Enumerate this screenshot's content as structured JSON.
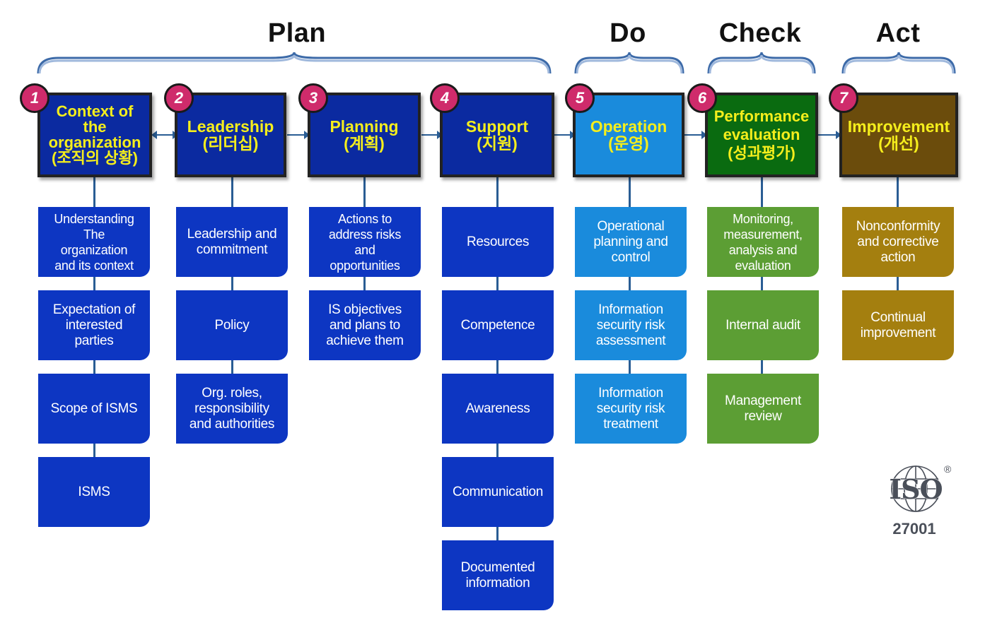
{
  "phases": {
    "plan": "Plan",
    "do": "Do",
    "check": "Check",
    "act": "Act"
  },
  "clauses": [
    {
      "number": "1",
      "title_lines": [
        "Context of",
        "the",
        "organization",
        "(조직의 상황)"
      ],
      "color": "#0b2aa0",
      "items": [
        [
          "Understanding",
          "The",
          "organization",
          "and its context"
        ],
        [
          "Expectation of",
          "interested",
          "parties"
        ],
        [
          "Scope of ISMS"
        ],
        [
          "ISMS"
        ]
      ]
    },
    {
      "number": "2",
      "title_lines": [
        "Leadership",
        "(리더십)"
      ],
      "color": "#0b2aa0",
      "items": [
        [
          "Leadership and",
          "commitment"
        ],
        [
          "Policy"
        ],
        [
          "Org. roles,",
          "responsibility",
          "and authorities"
        ]
      ]
    },
    {
      "number": "3",
      "title_lines": [
        "Planning",
        "(계획)"
      ],
      "color": "#0b2aa0",
      "items": [
        [
          "Actions to",
          "address risks",
          "and",
          "opportunities"
        ],
        [
          "IS objectives",
          "and plans to",
          "achieve them"
        ]
      ]
    },
    {
      "number": "4",
      "title_lines": [
        "Support",
        "(지원)"
      ],
      "color": "#0b2aa0",
      "items": [
        [
          "Resources"
        ],
        [
          "Competence"
        ],
        [
          "Awareness"
        ],
        [
          "Communication"
        ],
        [
          "Documented",
          "information"
        ]
      ]
    },
    {
      "number": "5",
      "title_lines": [
        "Operation",
        "(운영)"
      ],
      "color": "#1a8bdc",
      "items": [
        [
          "Operational",
          "planning and",
          "control"
        ],
        [
          "Information",
          "security risk",
          "assessment"
        ],
        [
          "Information",
          "security risk",
          "treatment"
        ]
      ]
    },
    {
      "number": "6",
      "title_lines": [
        "Performance",
        "evaluation",
        "(성과평가)"
      ],
      "color": "#0a6b10",
      "items": [
        [
          "Monitoring,",
          "measurement,",
          "analysis and",
          "evaluation"
        ],
        [
          "Internal audit"
        ],
        [
          "Management",
          "review"
        ]
      ]
    },
    {
      "number": "7",
      "title_lines": [
        "Improvement",
        "(개선)"
      ],
      "color": "#6b4c0c",
      "items": [
        [
          "Nonconformity",
          "and corrective",
          "action"
        ],
        [
          "Continual",
          "improvement"
        ]
      ]
    }
  ],
  "logo": {
    "mark": "ISO",
    "standard": "27001",
    "registered": "®"
  }
}
